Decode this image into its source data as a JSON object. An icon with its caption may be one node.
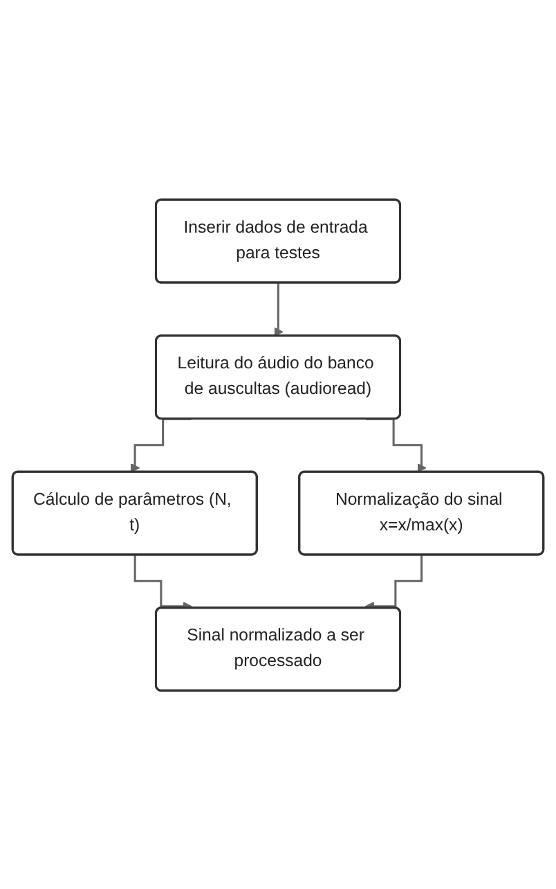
{
  "diagram": {
    "nodes": [
      {
        "text": [
          "Inserir dados de entrada para testes"
        ]
      },
      {
        "text": [
          "Leitura do áudio do banco de auscultas (audioread)"
        ]
      },
      {
        "text": [
          "Cálculo de parâmetros (N, t)"
        ]
      },
      {
        "text": [
          "Normalização do sinal x=x/max(x)"
        ]
      },
      {
        "text": [
          "Sinal normalizado a ser processado"
        ]
      }
    ],
    "edges": [
      {
        "from": 0,
        "to": 1,
        "arrow": "to"
      },
      {
        "from": 1,
        "to": 2,
        "arrow": "to"
      },
      {
        "from": 1,
        "to": 3,
        "arrow": "to"
      },
      {
        "from": 2,
        "to": 4,
        "arrow": "to"
      },
      {
        "from": 3,
        "to": 4,
        "arrow": "to"
      }
    ]
  }
}
